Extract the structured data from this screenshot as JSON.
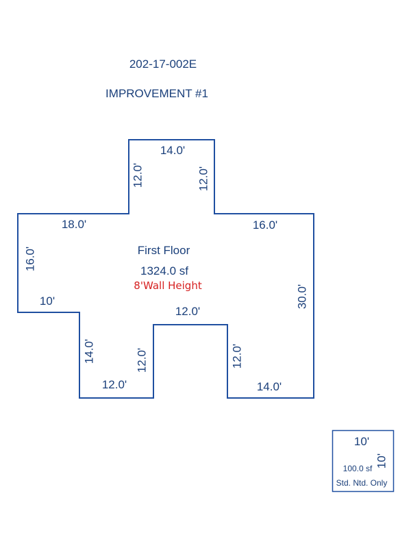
{
  "header": {
    "parcel_id": "202-17-002E",
    "improvement": "IMPROVEMENT #1"
  },
  "floor": {
    "name": "First Floor",
    "area": "1324.0 sf",
    "wall_height": "8'Wall Height",
    "dimensions": {
      "top_width": "14.0'",
      "top_left_side": "12.0'",
      "top_right_side": "12.0'",
      "left_wing_top": "18.0'",
      "right_wing_top": "16.0'",
      "left_side": "16.0'",
      "right_side": "30.0'",
      "left_step": "10'",
      "left_lower_side": "14.0'",
      "bottom_left": "12.0'",
      "notch_left_side": "12.0'",
      "notch_top": "12.0'",
      "notch_right_side": "12.0'",
      "bottom_right": "14.0'"
    }
  },
  "legend": {
    "width": "10'",
    "height": "10'",
    "area": "100.0 sf",
    "note": "Std. Ntd. Only"
  },
  "colors": {
    "outline": "#1f4fa0",
    "text": "#1a3f7a",
    "wall_height": "#d62020"
  }
}
